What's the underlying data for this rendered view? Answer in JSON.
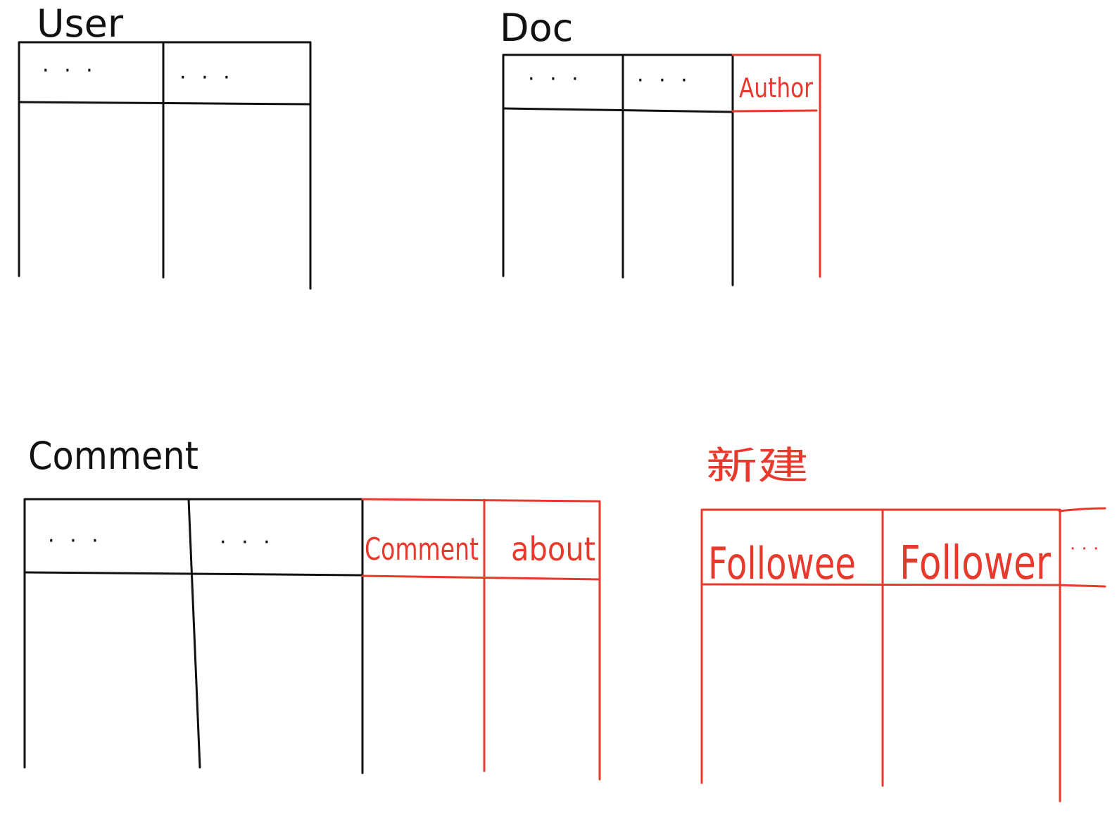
{
  "tables": {
    "user": {
      "title": "User",
      "columns": [
        "· · ·",
        "· · ·"
      ],
      "title_color": "#111111"
    },
    "doc": {
      "title": "Doc",
      "columns": [
        "· · ·",
        "· · ·",
        "Author"
      ],
      "title_color": "#111111",
      "added_color": "#e8392d"
    },
    "comment": {
      "title": "Comment",
      "columns": [
        "· · ·",
        "· · ·",
        "Comment",
        "about"
      ],
      "title_color": "#111111",
      "added_color": "#e8392d"
    },
    "new_table": {
      "title": "新建",
      "columns": [
        "Followee",
        "Follower",
        "· · ·"
      ],
      "title_color": "#e8392d"
    }
  }
}
